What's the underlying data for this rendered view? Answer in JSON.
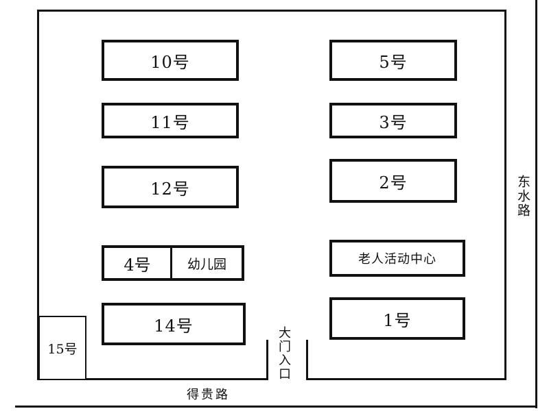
{
  "map": {
    "buildings": {
      "b10": "10号",
      "b11": "11号",
      "b12": "12号",
      "b4": "4号",
      "kindergarten": "幼儿园",
      "b14": "14号",
      "b5": "5号",
      "b3": "3号",
      "b2": "2号",
      "elderly_center": "老人活动中心",
      "b1": "1号",
      "b15": "15号"
    },
    "gate": "大门入口",
    "roads": {
      "east": "东水路",
      "south": "得贵路"
    }
  }
}
